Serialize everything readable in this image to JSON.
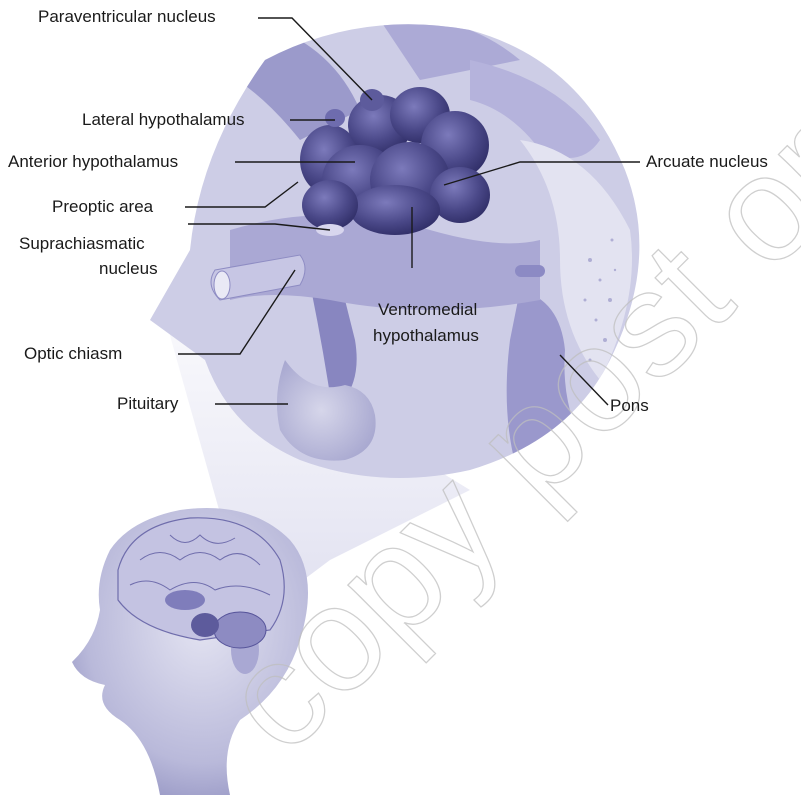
{
  "diagram": {
    "labels": {
      "paraventricular_nucleus": "Paraventricular nucleus",
      "lateral_hypothalamus": "Lateral hypothalamus",
      "anterior_hypothalamus": "Anterior hypothalamus",
      "arcuate_nucleus": "Arcuate nucleus",
      "preoptic_area": "Preoptic area",
      "suprachiasmatic_nucleus_line1": "Suprachiasmatic",
      "suprachiasmatic_nucleus_line2": "nucleus",
      "ventromedial_hypothalamus_line1": "Ventromedial",
      "ventromedial_hypothalamus_line2": "hypothalamus",
      "optic_chiasm": "Optic chiasm",
      "pituitary": "Pituitary",
      "pons": "Pons"
    },
    "watermark": "copy post or distribute",
    "colors": {
      "tissue_light": "#c9c9e4",
      "tissue_mid": "#9c9ccc",
      "tissue_dark": "#4e4c8c",
      "nucleus_dark": "#3a3878",
      "leader_line": "#1a1a1a"
    }
  }
}
